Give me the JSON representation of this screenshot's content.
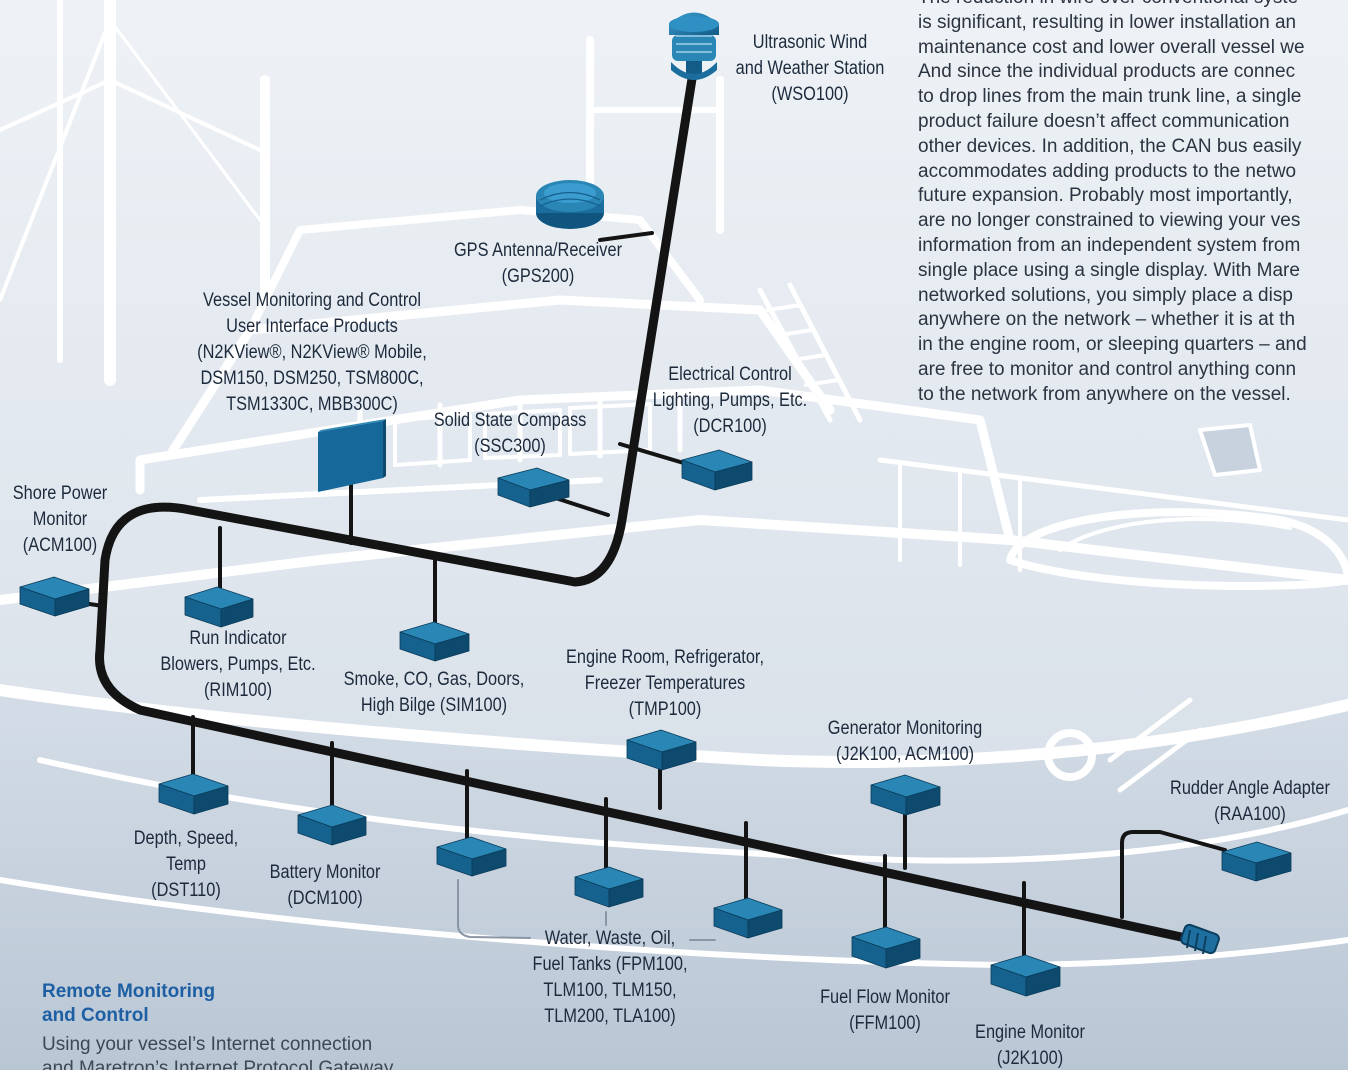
{
  "colors": {
    "background": "#dfe6ee",
    "vessel_outline": "#ffffff",
    "trunk_line": "#141414",
    "device_top": "#2a86b5",
    "device_front": "#15628e",
    "device_side": "#0d4a6e",
    "heading_blue": "#1e5fa3",
    "label_text": "#1c2a3c"
  },
  "intro_text": [
    "The reduction in wire over conventional syste",
    "is significant, resulting in lower installation an",
    "maintenance cost and lower overall vessel we",
    "And since the individual products are connec",
    "to drop lines from the main trunk line, a single",
    "product failure doesn’t affect communication",
    "other devices. In addition, the CAN bus easily",
    "accommodates adding products to the netwo",
    "future expansion. Probably most importantly,",
    "are no longer constrained to viewing your ves",
    "information from an independent system from",
    "single place using a single display. With Mare",
    "networked solutions, you simply place a disp",
    "anywhere on the network – whether it is at th",
    "in the engine room, or sleeping quarters – and",
    "are free to monitor and control anything conn",
    "to the network from anywhere on the vessel."
  ],
  "labels": {
    "wso": [
      "Ultrasonic Wind",
      "and Weather Station",
      "(WSO100)"
    ],
    "gps": [
      "GPS Antenna/Receiver",
      "(GPS200)"
    ],
    "ui_products": [
      "Vessel Monitoring and Control",
      "User Interface Products",
      "(N2KView®, N2KView® Mobile,",
      "DSM150, DSM250, TSM800C,",
      "TSM1330C, MBB300C)"
    ],
    "electrical": [
      "Electrical Control",
      "Lighting, Pumps, Etc.",
      "(DCR100)"
    ],
    "compass": [
      "Solid State Compass",
      "(SSC300)"
    ],
    "shore_power": [
      "Shore Power",
      "Monitor",
      "(ACM100)"
    ],
    "run_indicator": [
      "Run Indicator",
      "Blowers, Pumps, Etc.",
      "(RIM100)"
    ],
    "smoke": [
      "Smoke, CO, Gas, Doors,",
      "High Bilge (SIM100)"
    ],
    "engine_room": [
      "Engine Room, Refrigerator,",
      "Freezer Temperatures",
      "(TMP100)"
    ],
    "generator": [
      "Generator Monitoring",
      "(J2K100, ACM100)"
    ],
    "rudder": [
      "Rudder Angle Adapter",
      "(RAA100)"
    ],
    "depth": [
      "Depth, Speed,",
      "Temp",
      "(DST110)"
    ],
    "battery": [
      "Battery Monitor",
      "(DCM100)"
    ],
    "tanks": [
      "Water, Waste, Oil,",
      "Fuel Tanks (FPM100,",
      "TLM100, TLM150,",
      "TLM200, TLA100)"
    ],
    "fuel_flow": [
      "Fuel Flow Monitor",
      "(FFM100)"
    ],
    "engine_monitor": [
      "Engine Monitor",
      "(J2K100)"
    ]
  },
  "remote": {
    "heading": [
      "Remote Monitoring",
      "and Control"
    ],
    "body": [
      "Using your vessel’s Internet connection",
      "and Maretron’s Internet Protocol Gateway"
    ]
  }
}
